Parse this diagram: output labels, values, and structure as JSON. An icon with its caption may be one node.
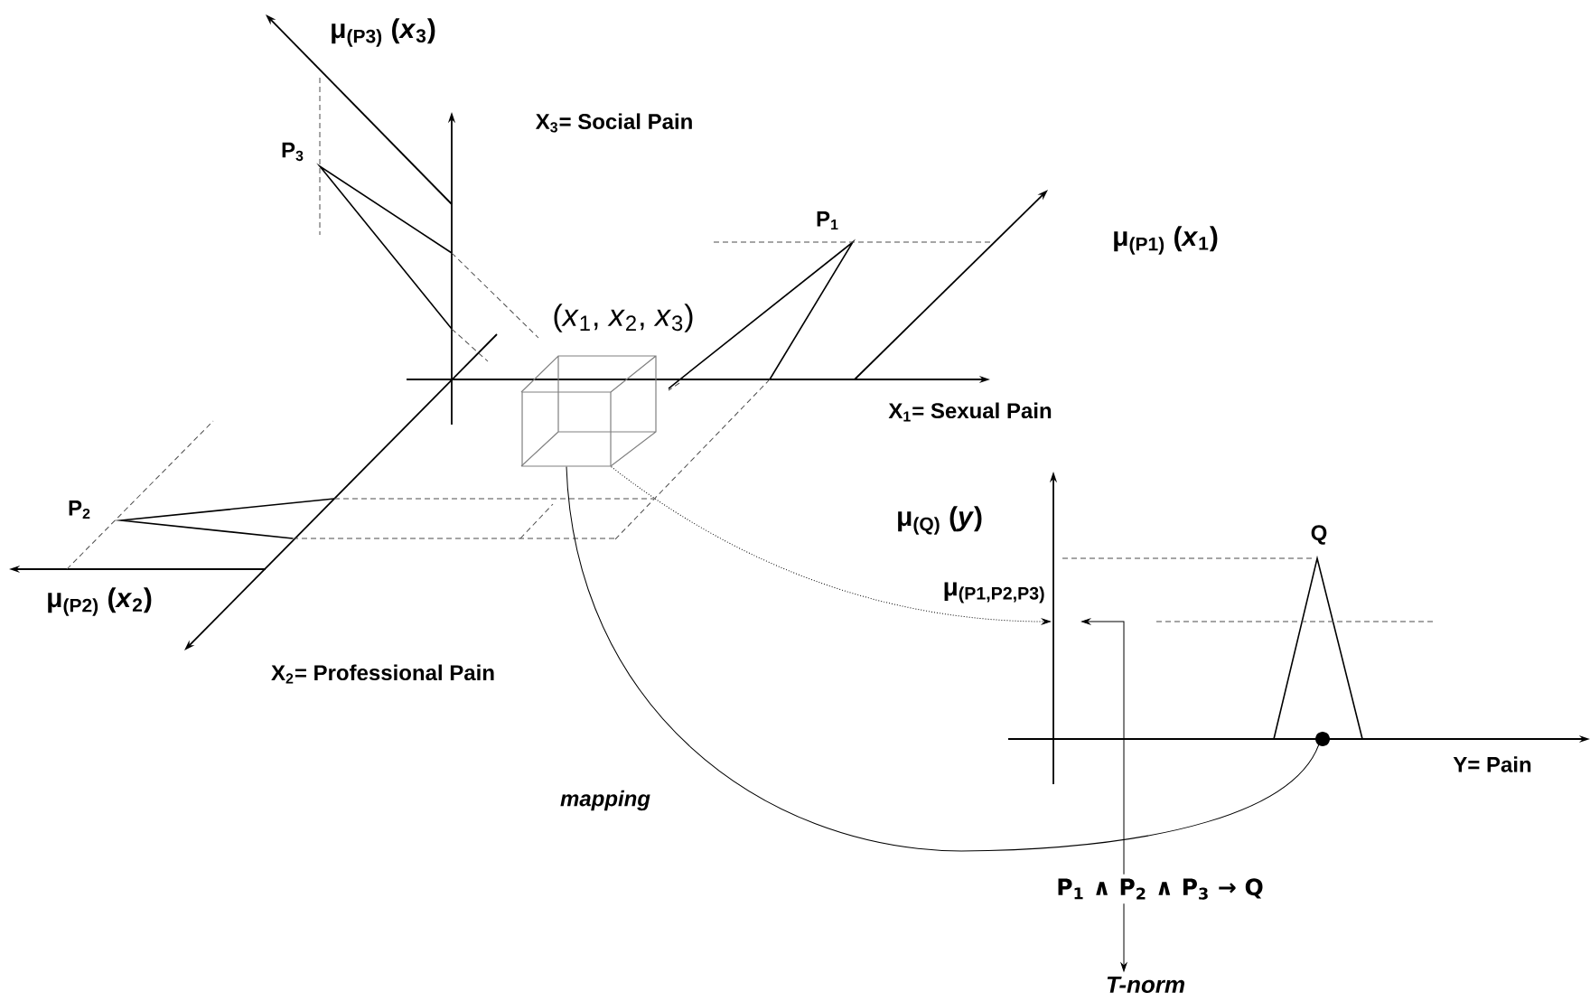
{
  "diagram": {
    "nodes": [
      {
        "text": [],
        "shape": "box",
        "beside": [
          "(*x*$_{1}$, *x*$_{2}$, *x*$_{3}$)"
        ]
      },
      {
        "text": [],
        "shape": "circle"
      },
      {
        "text": [
          "P$_{1}$ ∧ P$_{2}$ ∧ P$_{3}$ → Q"
        ]
      },
      {
        "text": [
          "T-norm"
        ]
      },
      {
        "text": [
          "μ$_{(P1,P2,P3)}$"
        ]
      }
    ],
    "edges": [
      {
        "from": 0,
        "to": 4,
        "arrow": "to",
        "style": "dashed"
      },
      {
        "from": 0,
        "to": 1,
        "arrow": "to"
      },
      {
        "from": 2,
        "to": null,
        "arrow": "to"
      },
      {
        "from": 2,
        "to": 3,
        "arrow": "to"
      }
    ],
    "labels": [
      "μ$_{(P3)}$ (*x*$_{3}$)",
      "X$_{3}$= Social Pain",
      "P$_{3}$",
      "P$_{1}$",
      "μ$_{(P1)}$ (*x*$_{1}$)",
      "X$_{1}$= Sexual Pain",
      "P$_{2}$",
      "μ$_{(P2)}$ (*x*$_{2}$)",
      "X$_{2}$= Professional Pain",
      "μ$_{(Q)}$ (*y*)",
      "Q",
      "Y=  Pain",
      "mapping"
    ]
  }
}
